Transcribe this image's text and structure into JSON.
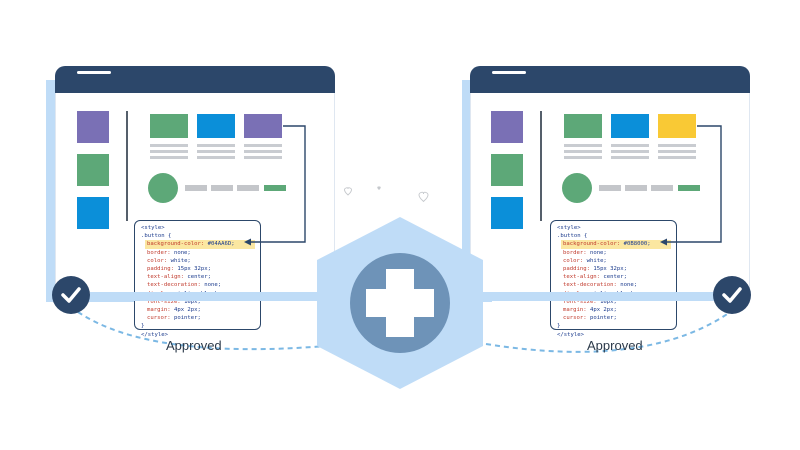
{
  "colors": {
    "navy": "#2c476a",
    "purple": "#7a70b5",
    "green": "#5da878",
    "blue": "#0b8fd9",
    "yellow": "#f9c935",
    "light_blue": "#bfdcf7"
  },
  "left_panel": {
    "status": "Approved",
    "code": {
      "open_tag": "<style>",
      "selector": ".button {",
      "bg_prop": "background-color:",
      "bg_val": "#04AA6D;",
      "lines": [
        {
          "prop": "border:",
          "val": "none;"
        },
        {
          "prop": "color:",
          "val": "white;"
        },
        {
          "prop": "padding:",
          "val": "15px 32px;"
        },
        {
          "prop": "text-align:",
          "val": "center;"
        },
        {
          "prop": "text-decoration:",
          "val": "none;"
        },
        {
          "prop": "display:",
          "val": "inline-block;"
        },
        {
          "prop": "font-size:",
          "val": "16px;"
        },
        {
          "prop": "margin:",
          "val": "4px 2px;"
        },
        {
          "prop": "cursor:",
          "val": "pointer;"
        }
      ],
      "close_brace": "}",
      "close_tag": "</style>"
    }
  },
  "right_panel": {
    "status": "Approved",
    "code": {
      "open_tag": "<style>",
      "selector": ".button {",
      "bg_prop": "background-color:",
      "bg_val": "#0B8000;",
      "lines": [
        {
          "prop": "border:",
          "val": "none;"
        },
        {
          "prop": "color:",
          "val": "white;"
        },
        {
          "prop": "padding:",
          "val": "15px 32px;"
        },
        {
          "prop": "text-align:",
          "val": "center;"
        },
        {
          "prop": "text-decoration:",
          "val": "none;"
        },
        {
          "prop": "display:",
          "val": "inline-block;"
        },
        {
          "prop": "font-size:",
          "val": "16px;"
        },
        {
          "prop": "margin:",
          "val": "4px 2px;"
        },
        {
          "prop": "cursor:",
          "val": "pointer;"
        }
      ],
      "close_brace": "}",
      "close_tag": "</style>"
    }
  },
  "icons": {
    "check": "checkmark-icon",
    "plus": "plus-icon",
    "heart": "heart-icon"
  }
}
